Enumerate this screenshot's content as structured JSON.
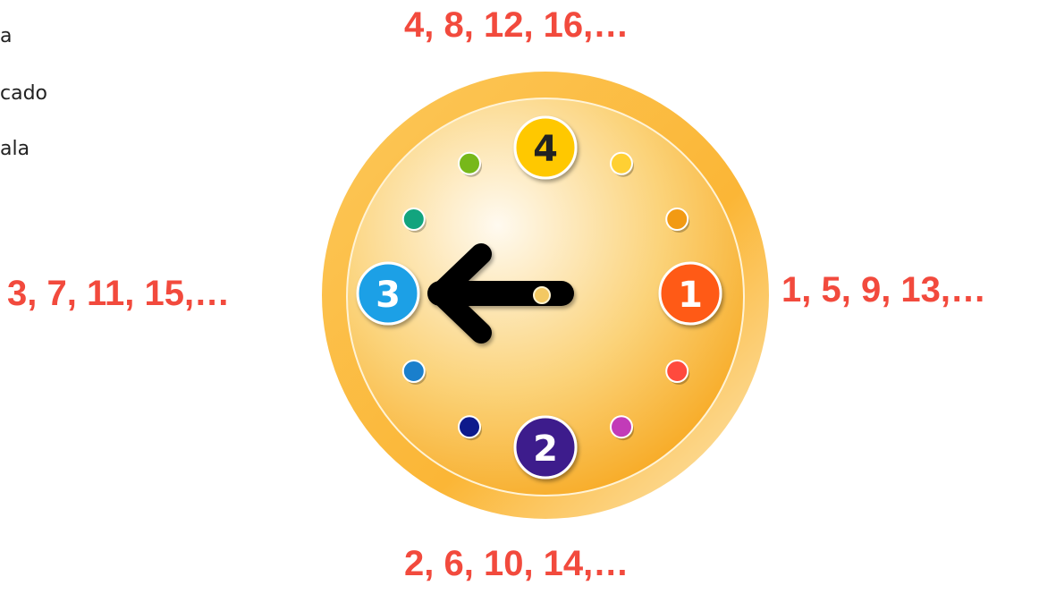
{
  "left_text": {
    "line1": "a",
    "line2": "cado",
    "line3": "ala"
  },
  "sequences": {
    "top": "4, 8, 12, 16,…",
    "right": "1, 5, 9, 13,…",
    "bottom": "2, 6, 10, 14,…",
    "left": "3, 7, 11, 15,…"
  },
  "clock": {
    "numbers": {
      "right": "1",
      "bottom": "2",
      "left": "3",
      "top": "4"
    },
    "number_colors": {
      "right": "#ff5a14",
      "bottom": "#3d1a8c",
      "left": "#1aa0e6",
      "top": "#ffc800"
    },
    "number_text_colors": {
      "right": "#ffffff",
      "bottom": "#ffffff",
      "left": "#ffffff",
      "top": "#222222"
    },
    "dot_colors": [
      "#ffd033",
      "#f29a13",
      "#ff4a3d",
      "#c23bb8",
      "#0d1a8c",
      "#1a7fcc",
      "#12a47e",
      "#77b81a"
    ],
    "arrow_points_to": "3",
    "arrow_color": "#000000"
  },
  "colors": {
    "sequence_text": "#f24a3d",
    "clock_rim": "#fbb636",
    "clock_face_center": "#fffaf0",
    "clock_face_edge": "#f7a820"
  }
}
